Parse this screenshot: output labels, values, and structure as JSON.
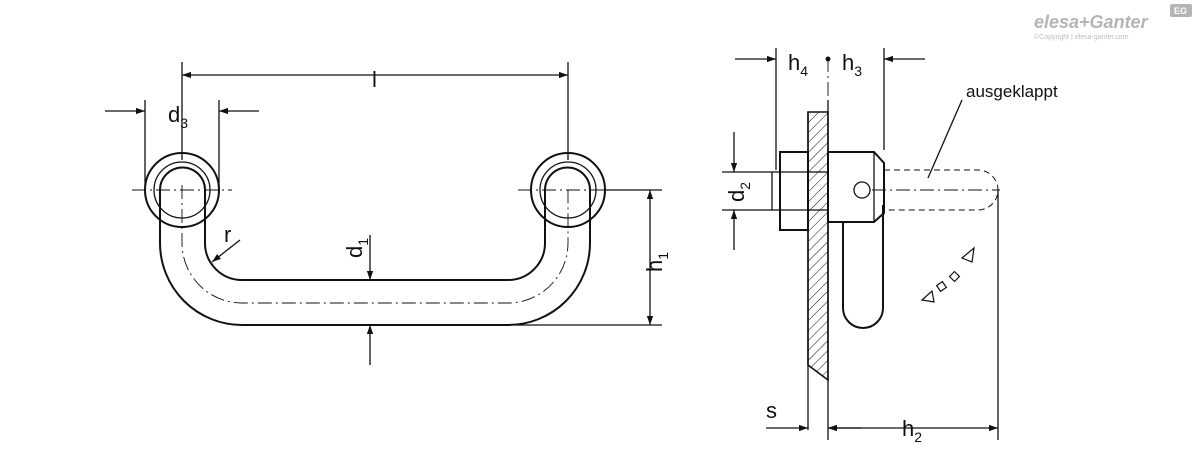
{
  "brand": {
    "logo_text": "elesa+Ganter",
    "copyright": "©Copyright | elesa-ganter.com",
    "badge_text": "EG"
  },
  "labels": {
    "l": "l",
    "d3_main": "d",
    "d3_sub": "3",
    "r": "r",
    "d1_main": "d",
    "d1_sub": "1",
    "h1_main": "h",
    "h1_sub": "1",
    "h4_main": "h",
    "h4_sub": "4",
    "h3_main": "h",
    "h3_sub": "3",
    "d2_main": "d",
    "d2_sub": "2",
    "s": "s",
    "h2_main": "h",
    "h2_sub": "2",
    "ausgeklappt": "ausgeklappt"
  }
}
